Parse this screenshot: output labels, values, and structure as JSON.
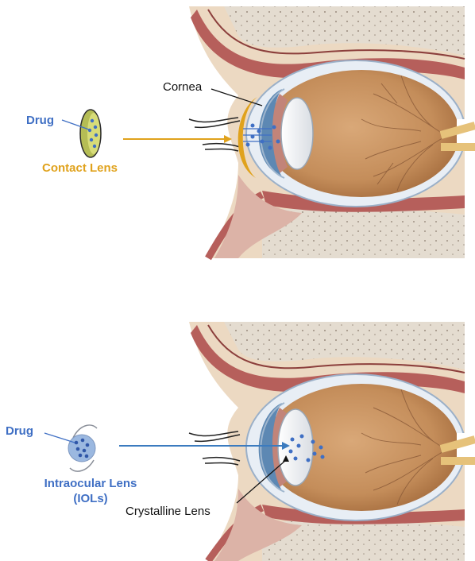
{
  "colors": {
    "drug_blue": "#3f6fc4",
    "contact_gold": "#e0a21c",
    "arrow_gold": "#e0a21c",
    "arrow_blue": "#3b7bbf",
    "skin": "#ead7bf",
    "muscle": "#b45d5a",
    "globe": "#c89563",
    "sclera": "#e8eef5",
    "lens": "#f1f3f6",
    "optic_nerve": "#e6c27a"
  },
  "top_panel": {
    "drug_label": "Drug",
    "device_label": "Contact Lens",
    "structure_label": "Cornea",
    "icons": [
      "contact-lens-icon",
      "eye-cross-section-icon",
      "arrow-right-icon"
    ]
  },
  "bottom_panel": {
    "drug_label": "Drug",
    "device_label_line1": "Intraocular Lens",
    "device_label_line2": "(IOLs)",
    "structure_label": "Crystalline Lens",
    "icons": [
      "intraocular-lens-icon",
      "eye-cross-section-icon",
      "arrow-right-icon"
    ]
  }
}
